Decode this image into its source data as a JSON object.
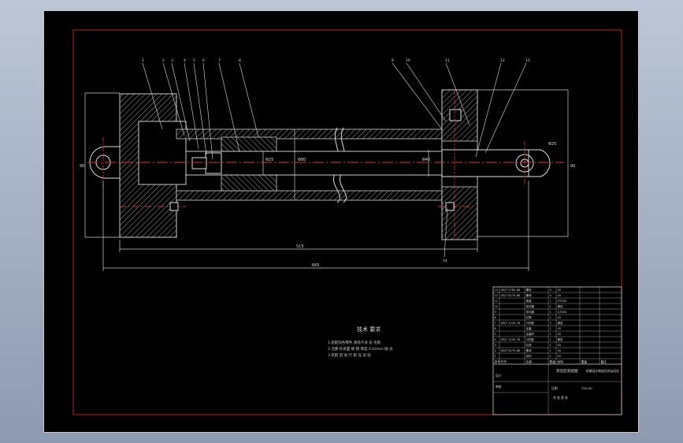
{
  "drawing": {
    "balloon_labels_left": [
      "1",
      "2",
      "3",
      "4",
      "5",
      "6",
      "7",
      "8"
    ],
    "balloon_labels_right": [
      "9",
      "10",
      "11",
      "12",
      "13"
    ],
    "balloon_label_bottom": "14",
    "dim_overall_inner": "515",
    "dim_overall_outer": "665",
    "dim_left_height": "90",
    "dim_right_height": "90",
    "dim_bore": "Φ80",
    "dim_rod": "Φ40",
    "dim_pin": "Φ25",
    "dim_eye": "Φ25"
  },
  "notes": {
    "heading": "技术 要求",
    "lines": [
      "1.装配前各零件 清洗干净 去 毛刺",
      "2.活塞 杆表面 镀 铬 厚度 0.02mm  抛 光",
      "3.装配 后 进 行 耐 压 试 验"
    ]
  },
  "title_block": {
    "rows": [
      [
        "13",
        "GB/T 5782-86",
        "螺栓",
        "4",
        "45"
      ],
      [
        "12",
        "GB/T 6170-86",
        "螺母",
        "4",
        "45"
      ],
      [
        "11",
        "",
        "端盖",
        "1",
        "HT200"
      ],
      [
        "10",
        "",
        "密封圈",
        "1",
        "橡胶"
      ],
      [
        "9",
        "",
        "导向套",
        "1",
        "QT450"
      ],
      [
        "8",
        "",
        "缸筒",
        "1",
        "45"
      ],
      [
        "7",
        "GB/T 1235-76",
        "O形圈",
        "2",
        "橡胶"
      ],
      [
        "6",
        "",
        "活塞",
        "1",
        "45"
      ],
      [
        "5",
        "",
        "活塞杆",
        "1",
        "45"
      ],
      [
        "4",
        "GB/T 1235-76",
        "O形圈",
        "1",
        "橡胶"
      ],
      [
        "3",
        "",
        "缸底",
        "1",
        "45"
      ],
      [
        "2",
        "GB/T 6170-86",
        "螺母",
        "1",
        "45"
      ],
      [
        "1",
        "",
        "耳环",
        "1",
        "45"
      ]
    ],
    "header": [
      "序号",
      "代号",
      "名称",
      "数量",
      "材料",
      "重量",
      "备注"
    ],
    "drawing_name": "液压缸装配图",
    "school": "机械设计制造及其自动化",
    "drawing_no": "YYG-00",
    "designer_label": "设计",
    "checker_label": "审核",
    "scale_label": "比例",
    "sheet_label": "共 张 第 张"
  }
}
